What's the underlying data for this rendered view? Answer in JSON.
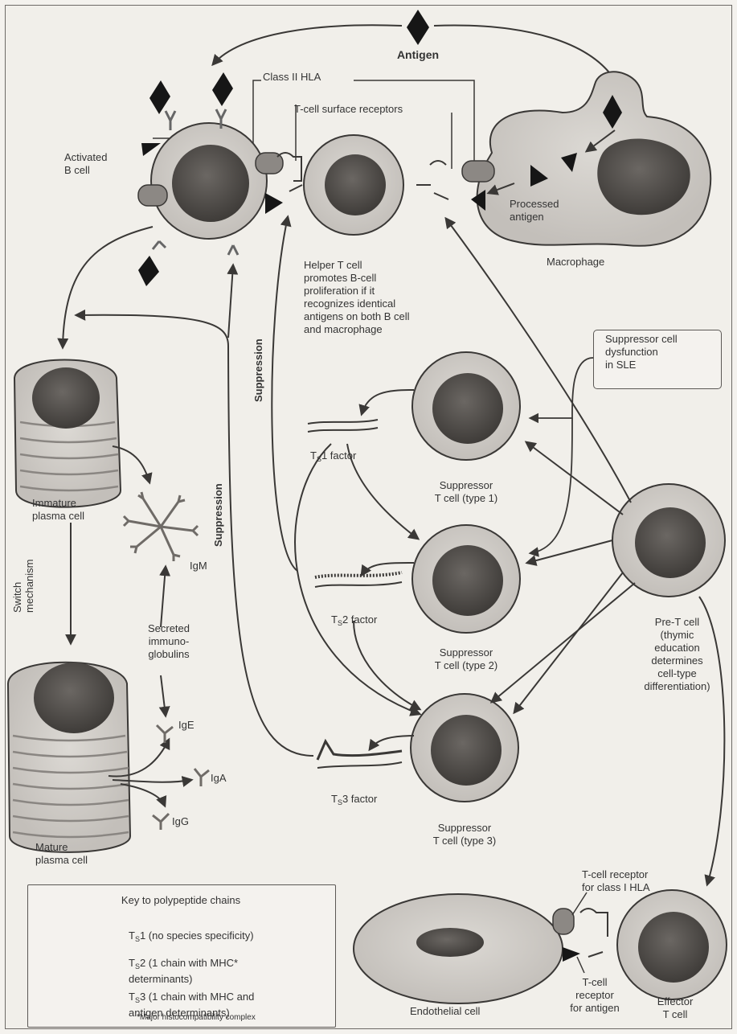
{
  "labels": {
    "antigen": "Antigen",
    "class2_hla": "Class II HLA",
    "tcell_surface_receptors": "T-cell surface receptors",
    "activated_b_cell": "Activated\nB cell",
    "processed_antigen": "Processed\nantigen",
    "macrophage": "Macrophage",
    "helper_t_cell": "Helper T cell\npromotes B-cell\nproliferation if it\nrecognizes identical\nantigens on both B cell\nand macrophage",
    "suppressor_dysfunction": "Suppressor cell\ndysfunction\nin SLE",
    "ts1_factor_pre": "T",
    "ts1_factor_sub": "S",
    "ts1_factor_post": "1 factor",
    "ts2_factor_pre": "T",
    "ts2_factor_sub": "S",
    "ts2_factor_post": "2 factor",
    "ts3_factor_pre": "T",
    "ts3_factor_sub": "S",
    "ts3_factor_post": "3 factor",
    "suppressor_t1": "Suppressor\nT cell (type 1)",
    "suppressor_t2": "Suppressor\nT cell (type 2)",
    "suppressor_t3": "Suppressor\nT cell (type 3)",
    "immature_plasma": "Immature\nplasma cell",
    "igm": "IgM",
    "switch_mechanism": "Switch\nmechanism",
    "secreted_ig": "Secreted\nimmuno-\nglobulins",
    "mature_plasma": "Mature\nplasma cell",
    "ige": "IgE",
    "iga": "IgA",
    "igg": "IgG",
    "pre_t_cell": "Pre-T cell\n(thymic\neducation\ndetermines\ncell-type\ndifferentiation)",
    "suppression_1": "Suppression",
    "suppression_2": "Suppression",
    "tcell_receptor_class1": "T-cell receptor\nfor class I HLA",
    "tcell_receptor_antigen": "T-cell\nreceptor\nfor antigen",
    "endothelial_cell": "Endothelial cell",
    "effector_t_cell": "Effector\nT cell"
  },
  "key": {
    "title": "Key to polypeptide chains",
    "item1_pre": "T",
    "item1_sub": "S",
    "item1_post": "1 (no species specificity)",
    "item2_pre": "T",
    "item2_sub": "S",
    "item2_post": "2 (1 chain with MHC*\ndeterminants)",
    "item3_pre": "T",
    "item3_sub": "S",
    "item3_post": "3 (1 chain with MHC and\nantigen determinants)",
    "footnote": "*Major histocompatibility complex"
  },
  "colors": {
    "cell_outer": "#d2cfca",
    "cell_inner": "#8c8884",
    "nucleus": "#4d4946",
    "stroke": "#3a3836",
    "antigen": "#161616"
  }
}
